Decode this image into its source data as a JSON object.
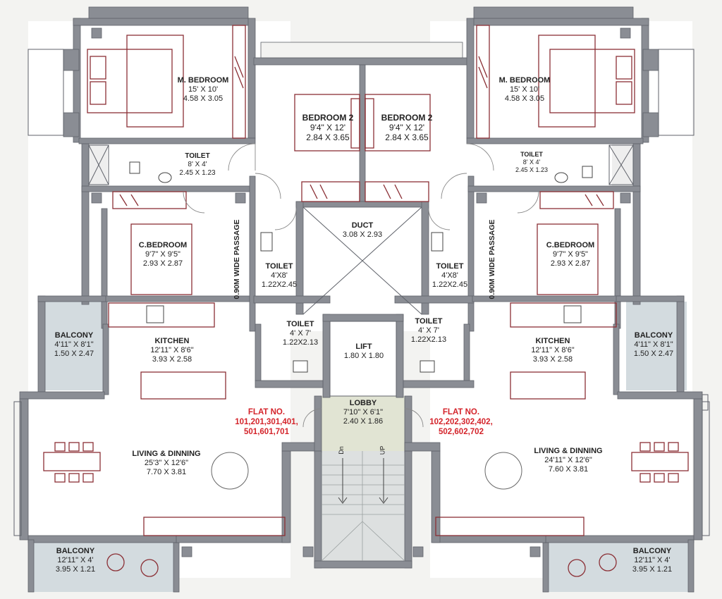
{
  "colors": {
    "wall": "#8a8d94",
    "wall_dark": "#5f626a",
    "floor": "#ffffff",
    "balcony": "#d3dbdf",
    "lobby": "#e1e4d3",
    "furniture": "#8b2f35",
    "red_label": "#d4242b"
  },
  "rooms": {
    "m_bedroom_l": {
      "name": "M. BEDROOM",
      "dim_ft": "15' X 10'",
      "dim_m": "4.58 X 3.05"
    },
    "m_bedroom_r": {
      "name": "M. BEDROOM",
      "dim_ft": "15' X 10'",
      "dim_m": "4.58 X 3.05"
    },
    "bedroom2_l": {
      "name": "BEDROOM 2",
      "dim_ft": "9'4\" X 12'",
      "dim_m": "2.84 X 3.65"
    },
    "bedroom2_r": {
      "name": "BEDROOM 2",
      "dim_ft": "9'4\" X 12'",
      "dim_m": "2.84 X 3.65"
    },
    "toilet_top_l": {
      "name": "TOILET",
      "dim_ft": "8' X 4'",
      "dim_m": "2.45 X 1.23"
    },
    "toilet_top_r": {
      "name": "TOILET",
      "dim_ft": "8' X 4'",
      "dim_m": "2.45 X 1.23"
    },
    "c_bedroom_l": {
      "name": "C.BEDROOM",
      "dim_ft": "9'7\" X 9'5\"",
      "dim_m": "2.93 X 2.87"
    },
    "c_bedroom_r": {
      "name": "C.BEDROOM",
      "dim_ft": "9'7\" X 9'5\"",
      "dim_m": "2.93 X 2.87"
    },
    "duct": {
      "name": "DUCT",
      "dim_m": "3.08 X 2.93"
    },
    "toilet_mid_l": {
      "name": "TOILET",
      "dim_ft": "4'X8'",
      "dim_m": "1.22X2.45"
    },
    "toilet_mid_r": {
      "name": "TOILET",
      "dim_ft": "4'X8'",
      "dim_m": "1.22X2.45"
    },
    "toilet_low_l": {
      "name": "TOILET",
      "dim_ft": "4' X 7'",
      "dim_m": "1.22X2.13"
    },
    "toilet_low_r": {
      "name": "TOILET",
      "dim_ft": "4' X 7'",
      "dim_m": "1.22X2.13"
    },
    "lift": {
      "name": "LIFT",
      "dim_m": "1.80 X 1.80"
    },
    "kitchen_l": {
      "name": "KITCHEN",
      "dim_ft": "12'11\" X 8'6\"",
      "dim_m": "3.93 X 2.58"
    },
    "kitchen_r": {
      "name": "KITCHEN",
      "dim_ft": "12'11\" X 8'6\"",
      "dim_m": "3.93 X 2.58"
    },
    "balcony_side_l": {
      "name": "BALCONY",
      "dim_ft": "4'11\" X 8'1\"",
      "dim_m": "1.50 X 2.47"
    },
    "balcony_side_r": {
      "name": "BALCONY",
      "dim_ft": "4'11\" X 8'1\"",
      "dim_m": "1.50 X 2.47"
    },
    "lobby": {
      "name": "LOBBY",
      "dim_ft": "7'10\" X 6'1\"",
      "dim_m": "2.40 X 1.86"
    },
    "living_l": {
      "name": "LIVING & DINNING",
      "dim_ft": "25'3\" X 12'6\"",
      "dim_m": "7.70 X 3.81"
    },
    "living_r": {
      "name": "LIVING & DINNING",
      "dim_ft": "24'11\" X 12'6\"",
      "dim_m": "7.60 X 3.81"
    },
    "balcony_bot_l": {
      "name": "BALCONY",
      "dim_ft": "12'11\" X 4'",
      "dim_m": "3.95 X 1.21"
    },
    "balcony_bot_r": {
      "name": "BALCONY",
      "dim_ft": "12'11\" X 4'",
      "dim_m": "3.95 X 1.21"
    }
  },
  "passage_label": "0.90M WIDE PASSAGE",
  "flat_left": {
    "title": "FLAT NO.",
    "line1": "101,201,301,401,",
    "line2": "501,601,701"
  },
  "flat_right": {
    "title": "FLAT NO.",
    "line1": "102,202,302,402,",
    "line2": "502,602,702"
  },
  "stairs": {
    "down": "Dn",
    "up": "UP"
  }
}
